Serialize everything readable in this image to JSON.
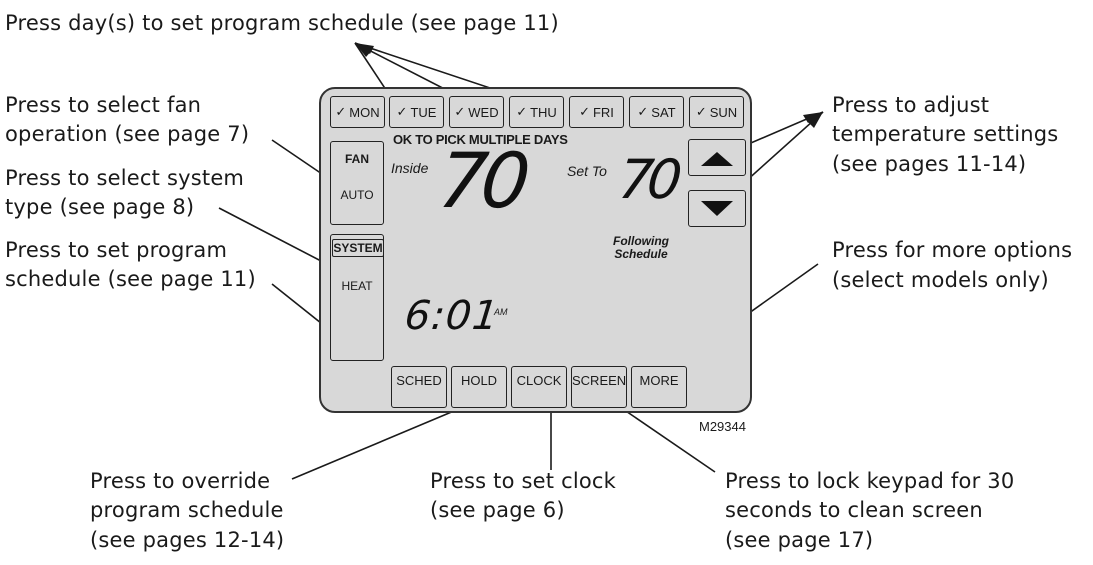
{
  "callouts": {
    "days": "Press day(s) to set program schedule (see page 11)",
    "fan_1": "Press to select fan",
    "fan_2": "operation (see page 7)",
    "system_1": "Press to select system",
    "system_2": "type (see page 8)",
    "sched_1": "Press to set program",
    "sched_2": "schedule (see page 11)",
    "temp_1": "Press to adjust",
    "temp_2": "temperature settings",
    "temp_3": "(see pages 11-14)",
    "more_1": "Press for more options",
    "more_2": "(select models only)",
    "hold_1": "Press to override",
    "hold_2": "program schedule",
    "hold_3": "(see pages 12-14)",
    "clock_1": "Press to set clock",
    "clock_2": "(see page 6)",
    "screen_1": "Press to lock keypad for 30",
    "screen_2": "seconds to clean screen",
    "screen_3": "(see page 17)"
  },
  "thermostat": {
    "check": "✓",
    "days": [
      "MON",
      "TUE",
      "WED",
      "THU",
      "FRI",
      "SAT",
      "SUN"
    ],
    "multi_days": "OK TO PICK MULTIPLE DAYS",
    "fan_label": "FAN",
    "fan_value": "AUTO",
    "system_label": "SYSTEM",
    "system_value": "HEAT",
    "inside_label": "Inside",
    "inside_temp": "70",
    "setto_label": "Set To",
    "set_temp": "70",
    "status_1": "Following",
    "status_2": "Schedule",
    "time": "6:01",
    "ampm": "AM",
    "buttons": [
      "SCHED",
      "HOLD",
      "CLOCK",
      "SCREEN",
      "MORE"
    ]
  },
  "figure_code": "M29344"
}
